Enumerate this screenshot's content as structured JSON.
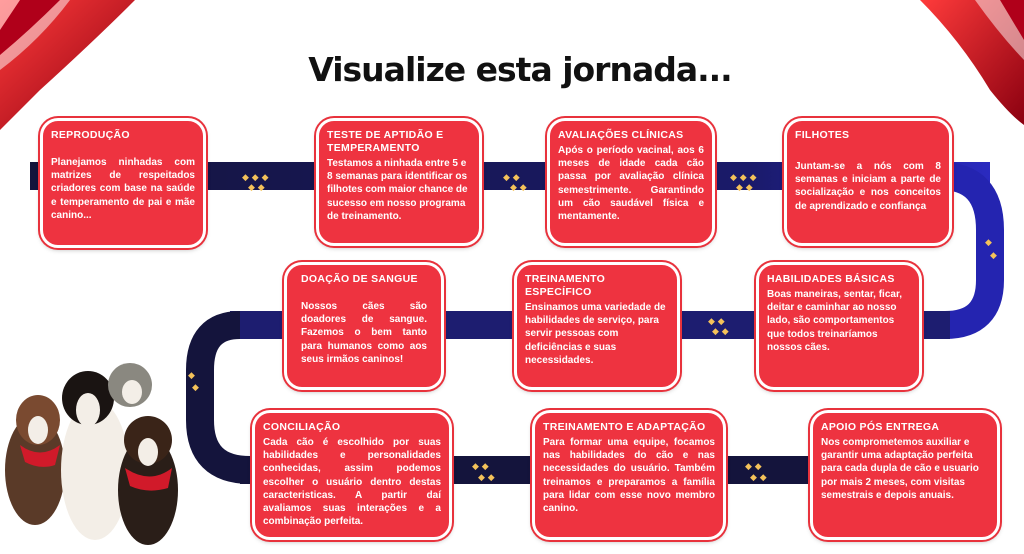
{
  "title": "Visualize esta jornada...",
  "steps": [
    {
      "title": "REPRODUÇÃO",
      "text": "Planejamos ninhadas com matrizes de respeitados criadores com base na saúde e temperamento de pai e mãe canino..."
    },
    {
      "title": "TESTE DE APTIDÃO E TEMPERAMENTO",
      "text": "Testamos a ninhada entre 5 e 8 semanas para identificar os filhotes com maior chance de sucesso em nosso programa de treinamento."
    },
    {
      "title": "AVALIAÇÕES CLÍNICAS",
      "text": "Após o período vacinal, aos 6 meses de idade cada cão passa por avaliação clínica semestrimente. Garantindo um cão saudável física e mentamente."
    },
    {
      "title": "FILHOTES",
      "text": "Juntam-se a nós com 8 semanas e iniciam a parte de socialização e nos conceitos de aprendizado e confiança"
    },
    {
      "title": "HABILIDADES BÁSICAS",
      "text": "Boas maneiras, sentar, ficar, deitar e caminhar ao nosso lado, são comportamentos que todos treinaríamos nossos cães."
    },
    {
      "title": "TREINAMENTO ESPECÍFICO",
      "text": "Ensinamos uma variedade de habilidades de serviço, para servir pessoas com deficiências e suas necessidades."
    },
    {
      "title": "DOAÇÃO DE SANGUE",
      "text": "Nossos cães são doadores de sangue. Fazemos o bem tanto para humanos como aos seus irmãos caninos!"
    },
    {
      "title": "CONCILIAÇÃO",
      "text": "Cada cão é escolhido por suas habilidades e personalidades conhecidas, assim podemos escolher o usuário dentro destas caracteristicas. A partir daí avaliamos suas interações e a combinação perfeita."
    },
    {
      "title": "TREINAMENTO E ADAPTAÇÃO",
      "text": "Para formar uma equipe, focamos nas habilidades do cão e nas necessidades do usuário. Também treinamos e preparamos a família para lidar com esse novo membro canino."
    },
    {
      "title": "APOIO PÓS ENTREGA",
      "text": "Nos comprometemos auxiliar e garantir uma adaptação perfeita para cada dupla de cão e usuario por mais 2 meses, com visitas semestrais e depois anuais."
    }
  ],
  "colors": {
    "card": "#ee3340",
    "road": "#14143c",
    "road_blue": "#2222aa",
    "paw": "#f4c25a",
    "curtain": "#cc1122"
  },
  "icons": [
    "paw-print-icon",
    "dog-group-illustration"
  ]
}
